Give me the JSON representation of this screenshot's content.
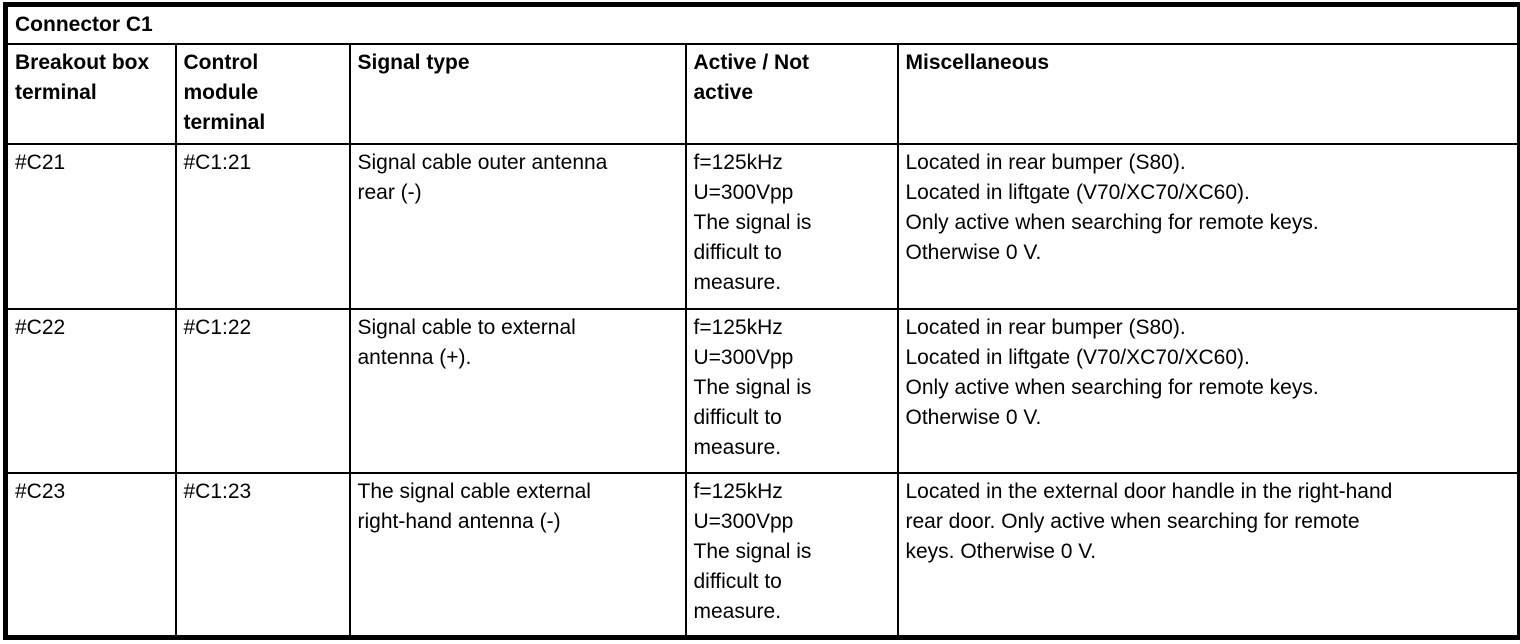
{
  "colors": {
    "border": "#000000",
    "background": "#ffffff",
    "text": "#000000"
  },
  "table": {
    "title": "Connector C1",
    "columns": [
      {
        "id": "breakout_box_terminal",
        "label": "Breakout box\nterminal"
      },
      {
        "id": "control_module_terminal",
        "label": "Control\nmodule\nterminal"
      },
      {
        "id": "signal_type",
        "label": "Signal type"
      },
      {
        "id": "active_not_active",
        "label": "Active / Not\nactive"
      },
      {
        "id": "miscellaneous",
        "label": "Miscellaneous"
      }
    ],
    "rows": [
      {
        "breakout_box_terminal": "#C21",
        "control_module_terminal": "#C1:21",
        "signal_type": "Signal cable outer antenna\nrear (-)",
        "active_not_active": "f=125kHz\nU=300Vpp\nThe signal is\ndifficult to\nmeasure.",
        "miscellaneous": "Located in rear bumper (S80).\nLocated in liftgate (V70/XC70/XC60).\nOnly active when searching for remote keys.\nOtherwise 0 V."
      },
      {
        "breakout_box_terminal": "#C22",
        "control_module_terminal": "#C1:22",
        "signal_type": "Signal cable to external\nantenna (+).",
        "active_not_active": "f=125kHz\nU=300Vpp\nThe signal is\ndifficult to\nmeasure.",
        "miscellaneous": "Located in rear bumper (S80).\nLocated in liftgate (V70/XC70/XC60).\nOnly active when searching for remote keys.\nOtherwise 0 V."
      },
      {
        "breakout_box_terminal": "#C23",
        "control_module_terminal": "#C1:23",
        "signal_type": "The signal cable external\nright-hand antenna (-)",
        "active_not_active": "f=125kHz\nU=300Vpp\nThe signal is\ndifficult to\nmeasure.",
        "miscellaneous": "Located in the external door handle in the right-hand\nrear door. Only active when searching for remote\nkeys. Otherwise 0 V."
      }
    ]
  }
}
